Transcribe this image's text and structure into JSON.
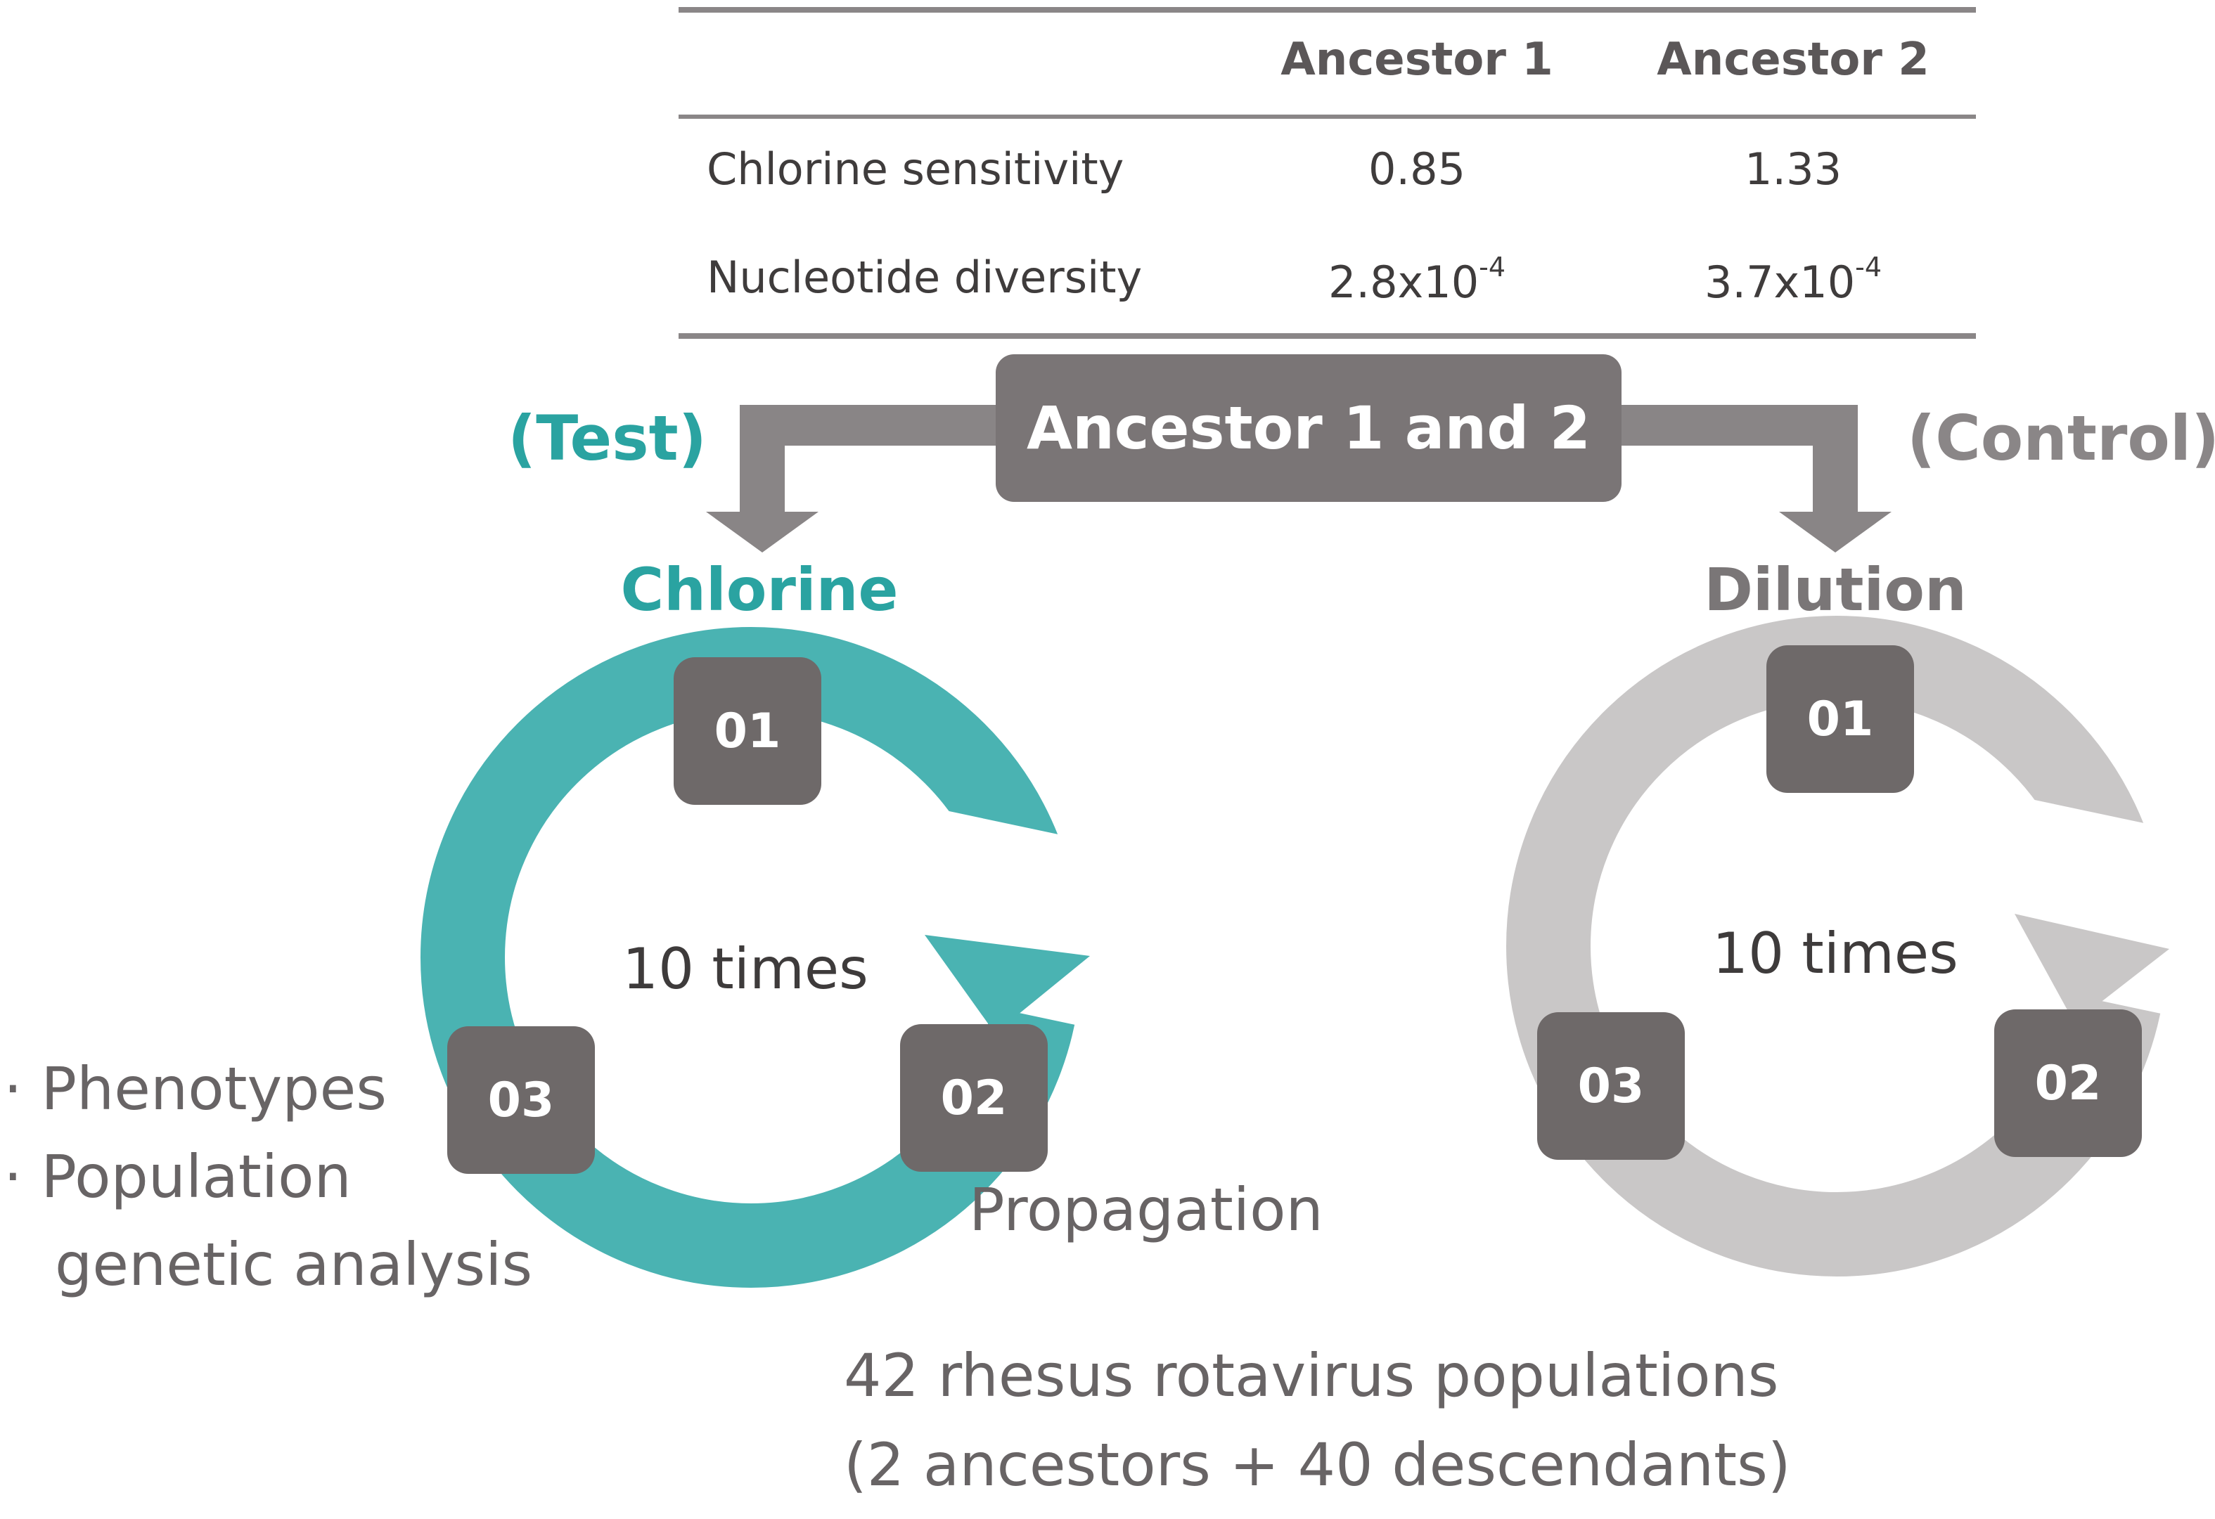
{
  "table": {
    "columns": [
      "",
      "Ancestor 1",
      "Ancestor 2"
    ],
    "rows": [
      {
        "label": "Chlorine sensitivity",
        "a1": "0.85",
        "a2": "1.33"
      },
      {
        "label": "Nucleotide diversity",
        "a1_base": "2.8x10",
        "a1_exp": "-4",
        "a2_base": "3.7x10",
        "a2_exp": "-4"
      }
    ]
  },
  "ancestor_box": "Ancestor 1 and 2",
  "test": {
    "tag": "(Test)",
    "treatment": "Chlorine",
    "loop_label": "10 times",
    "steps": [
      "01",
      "02",
      "03"
    ],
    "analyses": [
      "· Phenotypes",
      "· Population",
      "genetic analysis"
    ],
    "step_label": "Propagation"
  },
  "control": {
    "tag": "(Control)",
    "treatment": "Dilution",
    "loop_label": "10 times",
    "steps": [
      "01",
      "02",
      "03"
    ]
  },
  "summary": {
    "line1": "42 rhesus rotavirus populations",
    "line2": "(2 ancestors + 40 descendants)"
  },
  "colors": {
    "teal": "#4ab3b2",
    "light_gray": "#c9c7c7",
    "dark_box": "#6e6969",
    "arrow_gray": "#898586",
    "text_gray": "#686465"
  }
}
